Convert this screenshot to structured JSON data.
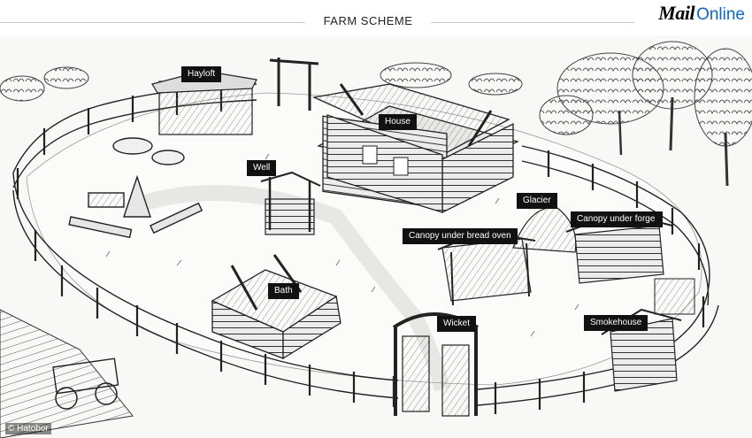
{
  "header": {
    "title": "FARM SCHEME",
    "brand_main": "Mail",
    "brand_sub": "Online",
    "brand_color": "#0d67c2"
  },
  "labels": {
    "hayloft": "Hayloft",
    "house": "House",
    "well": "Well",
    "glacier": "Glacier",
    "canopy_forge": "Canopy under forge",
    "canopy_bread_oven": "Canopy under bread oven",
    "bath": "Bath",
    "wicket": "Wicket",
    "smokehouse": "Smokehouse"
  },
  "credit": "© Hatobor"
}
